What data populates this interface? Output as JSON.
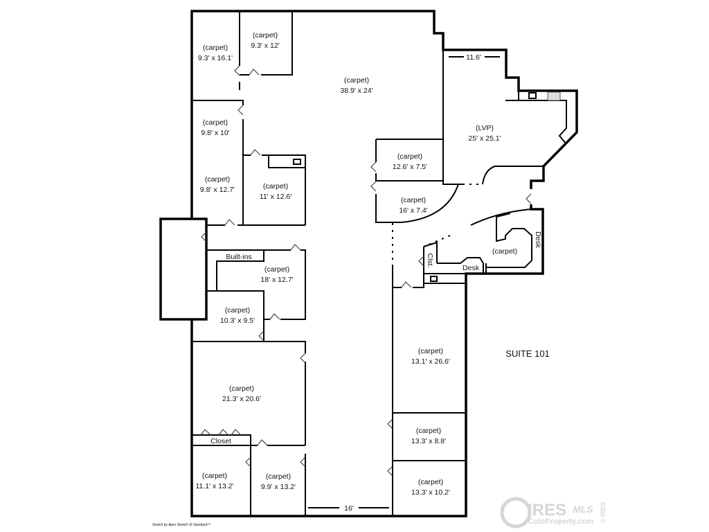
{
  "rooms": [
    {
      "floor": "(carpet)",
      "size": "9.3' x 16.1'"
    },
    {
      "floor": "(carpet)",
      "size": "9.3' x 12'"
    },
    {
      "floor": "(carpet)",
      "size": "38.9' x 24'"
    },
    {
      "floor": "(carpet)",
      "size": "9.8' x 10'"
    },
    {
      "floor": "(carpet)",
      "size": "9.8' x 12.7'"
    },
    {
      "floor": "(carpet)",
      "size": "11' x 12.6'"
    },
    {
      "floor": "(carpet)",
      "size": "12.6' x 7.5'"
    },
    {
      "floor": "(carpet)",
      "size": "16' x 7.4'"
    },
    {
      "floor": "(LVP)",
      "size": "25' x 25.1'"
    },
    {
      "floor": "(carpet)",
      "size": "18' x 12.7'"
    },
    {
      "floor": "(carpet)",
      "size": "10.3' x 9.5'"
    },
    {
      "floor": "(carpet)",
      "size": "21.3' x 20.6'"
    },
    {
      "floor": "(carpet)",
      "size": "11.1' x 13.2'"
    },
    {
      "floor": "(carpet)",
      "size": "9.9' x 13.2'"
    },
    {
      "floor": "(carpet)",
      "size": "13.1' x 26.6'"
    },
    {
      "floor": "(carpet)",
      "size": "13.3' x 8.8'"
    },
    {
      "floor": "(carpet)",
      "size": "13.3' x 10.2'"
    },
    {
      "floor": "(carpet)"
    }
  ],
  "labels": {
    "built_ins": "Built-ins",
    "closet": "Closet",
    "clst": "Clst.",
    "desk_1": "Desk",
    "desk_2": "Desk",
    "suite": "SUITE 101"
  },
  "dimensions": {
    "top": "11.6'",
    "bottom": "16'"
  },
  "credit": "Sketch by Apex Sketch v5 Standard™",
  "watermark": {
    "brand": "IRES",
    "mls": "MLS",
    "site": "ColoProperty.com",
    "side": "© IRES"
  }
}
